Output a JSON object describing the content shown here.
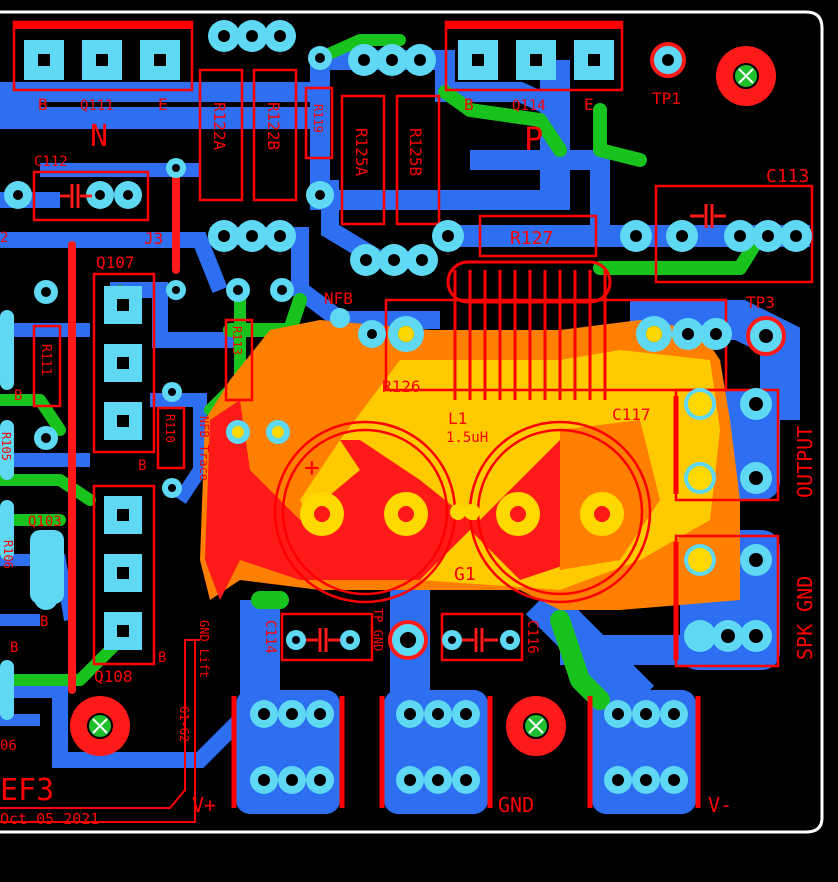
{
  "colors": {
    "background": "#000000",
    "top_copper": "#ff1a1a",
    "bottom_copper": "#2e6ef0",
    "inner_trace": "#19c31e",
    "pad": "#5ed8f3",
    "pad_ring": "#1ea6df",
    "drill": "#000000",
    "silk": "#ff0000",
    "board_outline": "#ffffff",
    "polygon_fill": "#ff7f00",
    "highlight": "#ffd800",
    "mounting_drill": "#1fbf2e"
  },
  "icons": {
    "mounting_hole": "mounting-hole-icon",
    "capacitor_symbol": "capacitor-icon"
  },
  "labels": {
    "q111": "Q111",
    "q111_b": "B",
    "q111_e": "E",
    "q111_type": "N",
    "q114": "Q114",
    "q114_b": "B",
    "q114_e": "E",
    "q114_type": "P",
    "tp1": "TP1",
    "tp3": "TP3",
    "r122a": "R122A",
    "r122b": "R122B",
    "r119": "R119",
    "r125a": "R125A",
    "r125b": "R125B",
    "r127": "R127",
    "r126": "R126",
    "r111": "R111",
    "r110": "R110",
    "r113": "R113",
    "r105": "R105",
    "r106": "R106",
    "c112": "C112",
    "c113": "C113",
    "c114": "C114",
    "c116": "C116",
    "c117": "C117",
    "q107": "Q107",
    "q108": "Q108",
    "q103": "Q103",
    "j3": "J3",
    "nfb": "NFB",
    "l1": "L1",
    "l1_value": "1.5uH",
    "g1": "G1",
    "plus": "+",
    "output": "OUTPUT",
    "spk_gnd": "SPK GND",
    "gnd": "GND",
    "v_plus": "V+",
    "v_minus": "V-",
    "nfb_trace": "NFB Trace",
    "gnd_lift": "GND Lift",
    "g1_g2": "G1-G2",
    "tp_gnd": "TP GND",
    "ef3": "EF3",
    "date": "Oct 05 2021",
    "b_q107": "B",
    "b_q108": "B",
    "b_q103": "B",
    "b_left1": "B",
    "b_left2": "B",
    "num_2": "2",
    "num_06": "06"
  }
}
